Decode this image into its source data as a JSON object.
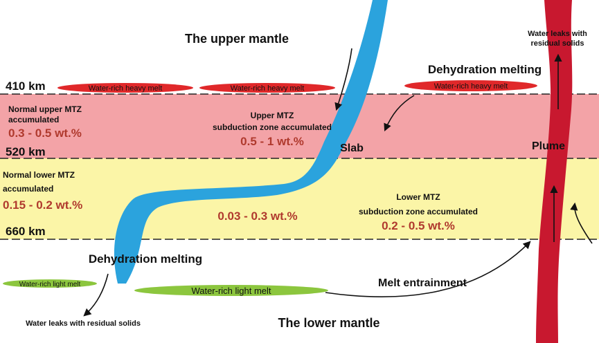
{
  "regions": {
    "upper_mantle": "The upper mantle",
    "lower_mantle": "The lower mantle"
  },
  "depths": {
    "d410": "410 km",
    "d520": "520 km",
    "d660": "660 km"
  },
  "labels": {
    "dehydration_melting_top": "Dehydration melting",
    "dehydration_melting_bottom": "Dehydration melting",
    "water_leaks_top": [
      "Water leaks with",
      "residual solids"
    ],
    "water_leaks_bottom": "Water leaks with residual solids",
    "melt_entrainment": "Melt entrainment",
    "slab": "Slab",
    "plume": "Plume",
    "heavy_melt_1": "Water-rich heavy melt",
    "heavy_melt_2": "Water-rich heavy melt",
    "heavy_melt_3": "Water-rich heavy melt",
    "light_melt_left": "Water-rich light melt",
    "light_melt_center": "Water-rich light melt"
  },
  "zones": {
    "normal_upper_mtz": {
      "lines": [
        "Normal upper MTZ",
        "accumulated"
      ],
      "value": "0.3 - 0.5 wt.%"
    },
    "upper_subduction": {
      "lines": [
        "Upper MTZ",
        "subduction zone accumulated"
      ],
      "value": "0.5 - 1 wt.%"
    },
    "normal_lower_mtz": {
      "lines": [
        "Normal lower MTZ",
        "accumulated"
      ],
      "value": "0.15 - 0.2 wt.%"
    },
    "slab_value": "0.03 - 0.3 wt.%",
    "lower_subduction": {
      "lines": [
        "Lower MTZ",
        "subduction zone accumulated"
      ],
      "value": "0.2 - 0.5 wt.%"
    }
  },
  "colors": {
    "upper_mtz_band": "#f3a3a7",
    "lower_mtz_band": "#fbf5a7",
    "slab": "#2ba3dd",
    "plume": "#c8182f",
    "heavy_melt": "#e0282a",
    "light_melt": "#8cc63e",
    "value_text": "#b03a2e"
  }
}
